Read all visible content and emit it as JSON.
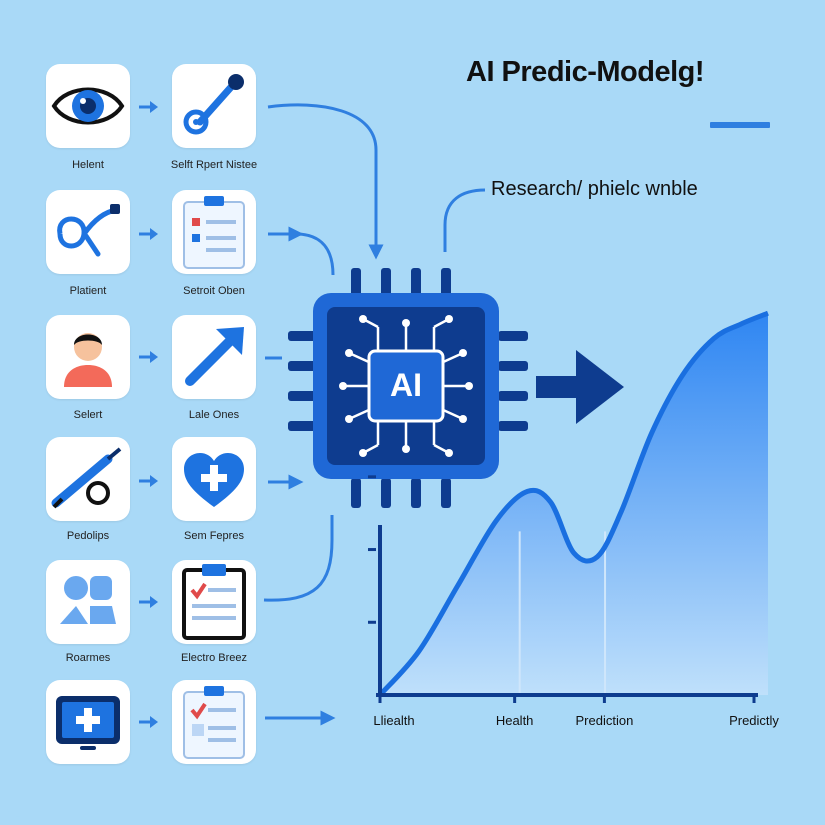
{
  "title": "AI Predic-Modelg!",
  "subtitle": "Research/ phielc wnble",
  "chip_label": "AI",
  "rows": [
    {
      "left_label": "Helent",
      "right_label": "Selft Rpert Nistee",
      "left_icon": "eye-icon",
      "right_icon": "stethoscope-icon"
    },
    {
      "left_label": "Platient",
      "right_label": "Setroit Oben",
      "left_icon": "stethoscope-icon",
      "right_icon": "clipboard-icon"
    },
    {
      "left_label": "Selert",
      "right_label": "Lale Ones",
      "left_icon": "person-icon",
      "right_icon": "trend-arrow-icon"
    },
    {
      "left_label": "Pedolips",
      "right_label": "Sem Fepres",
      "left_icon": "syringe-icon",
      "right_icon": "heart-plus-icon"
    },
    {
      "left_label": "Roarmes",
      "right_label": "Electro Breez",
      "left_icon": "shapes-icon",
      "right_icon": "clipboard-icon"
    },
    {
      "left_label": "",
      "right_label": "",
      "left_icon": "tablet-plus-icon",
      "right_icon": "clipboard-icon"
    }
  ],
  "chart_data": {
    "type": "area",
    "x_labels": [
      "Lliealth",
      "Health",
      "Prediction",
      "Predictly"
    ],
    "x": [
      0,
      0.1,
      0.2,
      0.3,
      0.38,
      0.44,
      0.5,
      0.56,
      0.62,
      0.7,
      0.78,
      0.86,
      0.93,
      1.0
    ],
    "y": [
      0,
      0.12,
      0.3,
      0.48,
      0.56,
      0.53,
      0.39,
      0.38,
      0.5,
      0.72,
      0.88,
      0.98,
      1.02,
      1.05
    ],
    "ylim": [
      0,
      1.1
    ],
    "grid": false,
    "colors": {
      "line": "#1a6fe0",
      "fill_top": "#2f86f2",
      "fill_bottom": "#bfe0fb"
    }
  },
  "colors": {
    "background": "#a9d9f7",
    "accent": "#2f7fe0",
    "chip_dark": "#0e3c8f",
    "chip_mid": "#1f68d6"
  }
}
